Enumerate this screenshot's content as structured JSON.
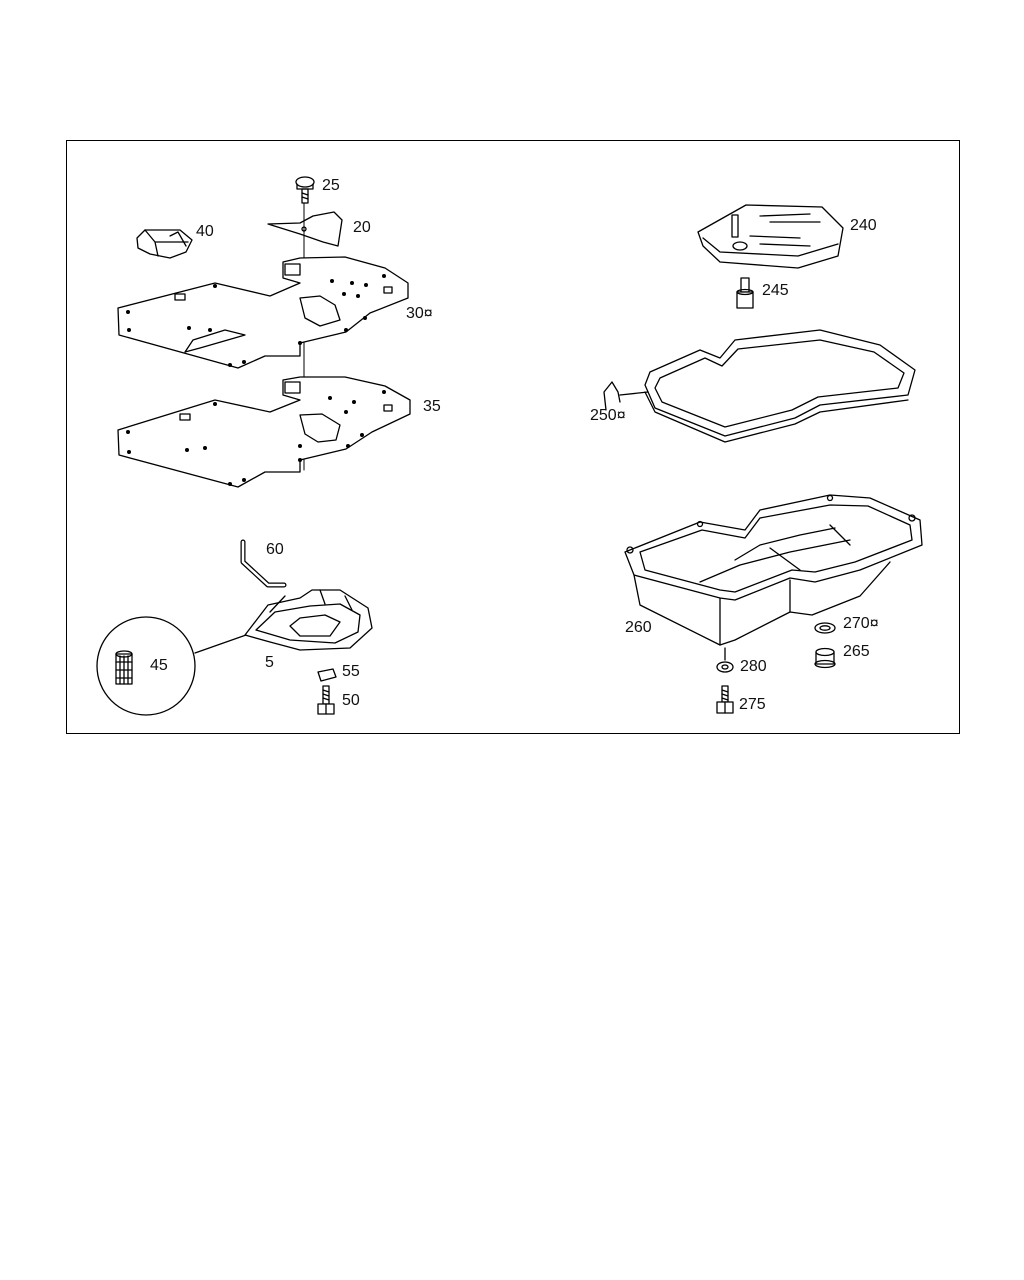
{
  "diagram": {
    "labels": {
      "p5": "5",
      "p20": "20",
      "p25": "25",
      "p30": "30¤",
      "p35": "35",
      "p40": "40",
      "p45": "45",
      "p50": "50",
      "p55": "55",
      "p60": "60",
      "p240": "240",
      "p245": "245",
      "p250": "250¤",
      "p260": "260",
      "p265": "265",
      "p270": "270¤",
      "p275": "275",
      "p280": "280"
    },
    "colors": {
      "line": "#000000",
      "background": "#ffffff"
    }
  }
}
